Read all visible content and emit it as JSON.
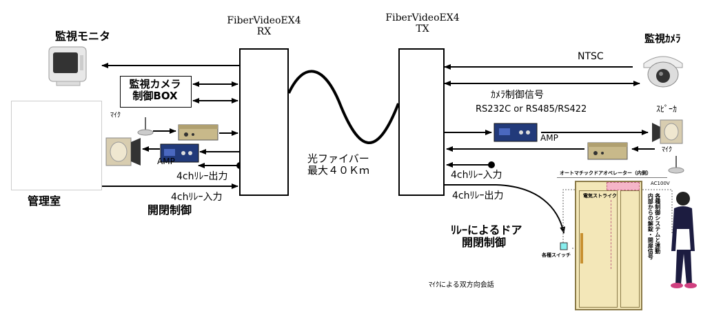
{
  "rx": {
    "name": "FiberVideoEX4",
    "role": "RX"
  },
  "tx": {
    "name": "FiberVideoEX4",
    "role": "TX"
  },
  "left": {
    "monitor_label": "監視モニタ",
    "camctrl_box": [
      "監視カメラ",
      "制御BOX"
    ],
    "mic_label": "ﾏｲｸ",
    "amp_label": "AMP",
    "relay_out_label": "4chﾘﾚｰ出力",
    "relay_in_label": "4chﾘﾚｰ入力",
    "door_label": "開閉制御",
    "room_label": "管理室"
  },
  "fiber": [
    "光ファイバー",
    "最大４０Ｋｍ"
  ],
  "right": {
    "camera_label": "監視ｶﾒﾗ",
    "ntsc_label": "NTSC",
    "camctrl_signal": "ｶﾒﾗ制御信号",
    "rs_label": "RS232C or RS485/RS422",
    "speaker_label": "ｽﾋﾟｰｶ",
    "amp_label": "AMP",
    "mic_label": "ﾏｲｸ",
    "relay_in_label": "4chﾘﾚｰ入力",
    "relay_out_label": "4chﾘﾚｰ出力",
    "relay_door": [
      "ﾘﾚｰによるドア",
      "開閉制御"
    ],
    "mic_talk": "ﾏｲｸによる双方向会話"
  },
  "door": {
    "header": "オートマチックドアオペレーター（内側）",
    "ac_label": "AC100V",
    "strike_label": "電気ストライク",
    "switch_label": "各種スイッチ",
    "vertical_note": [
      "各種制御システムと連動",
      "内部からの解錠・開扉信号"
    ]
  }
}
